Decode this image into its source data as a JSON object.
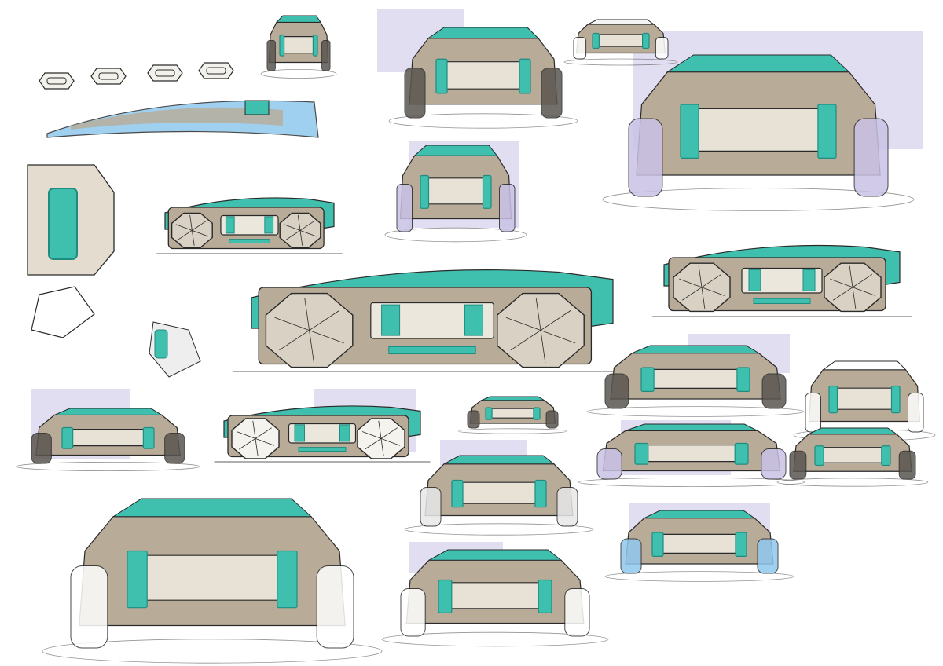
{
  "artwork": {
    "kind": "vehicle design sketch sheet",
    "colors": {
      "paper": "#ffffff",
      "teal_marker": "#3fbfae",
      "teal_dark": "#1f8c80",
      "warm_grey": "#b8ab98",
      "dark_grey": "#5a5550",
      "lavender": "#c9c2e6",
      "light_blue": "#8fc8ee",
      "ink": "#2a2a2a"
    },
    "icons": [
      "car-sketch",
      "wheel-detail",
      "headlight-detail"
    ]
  }
}
